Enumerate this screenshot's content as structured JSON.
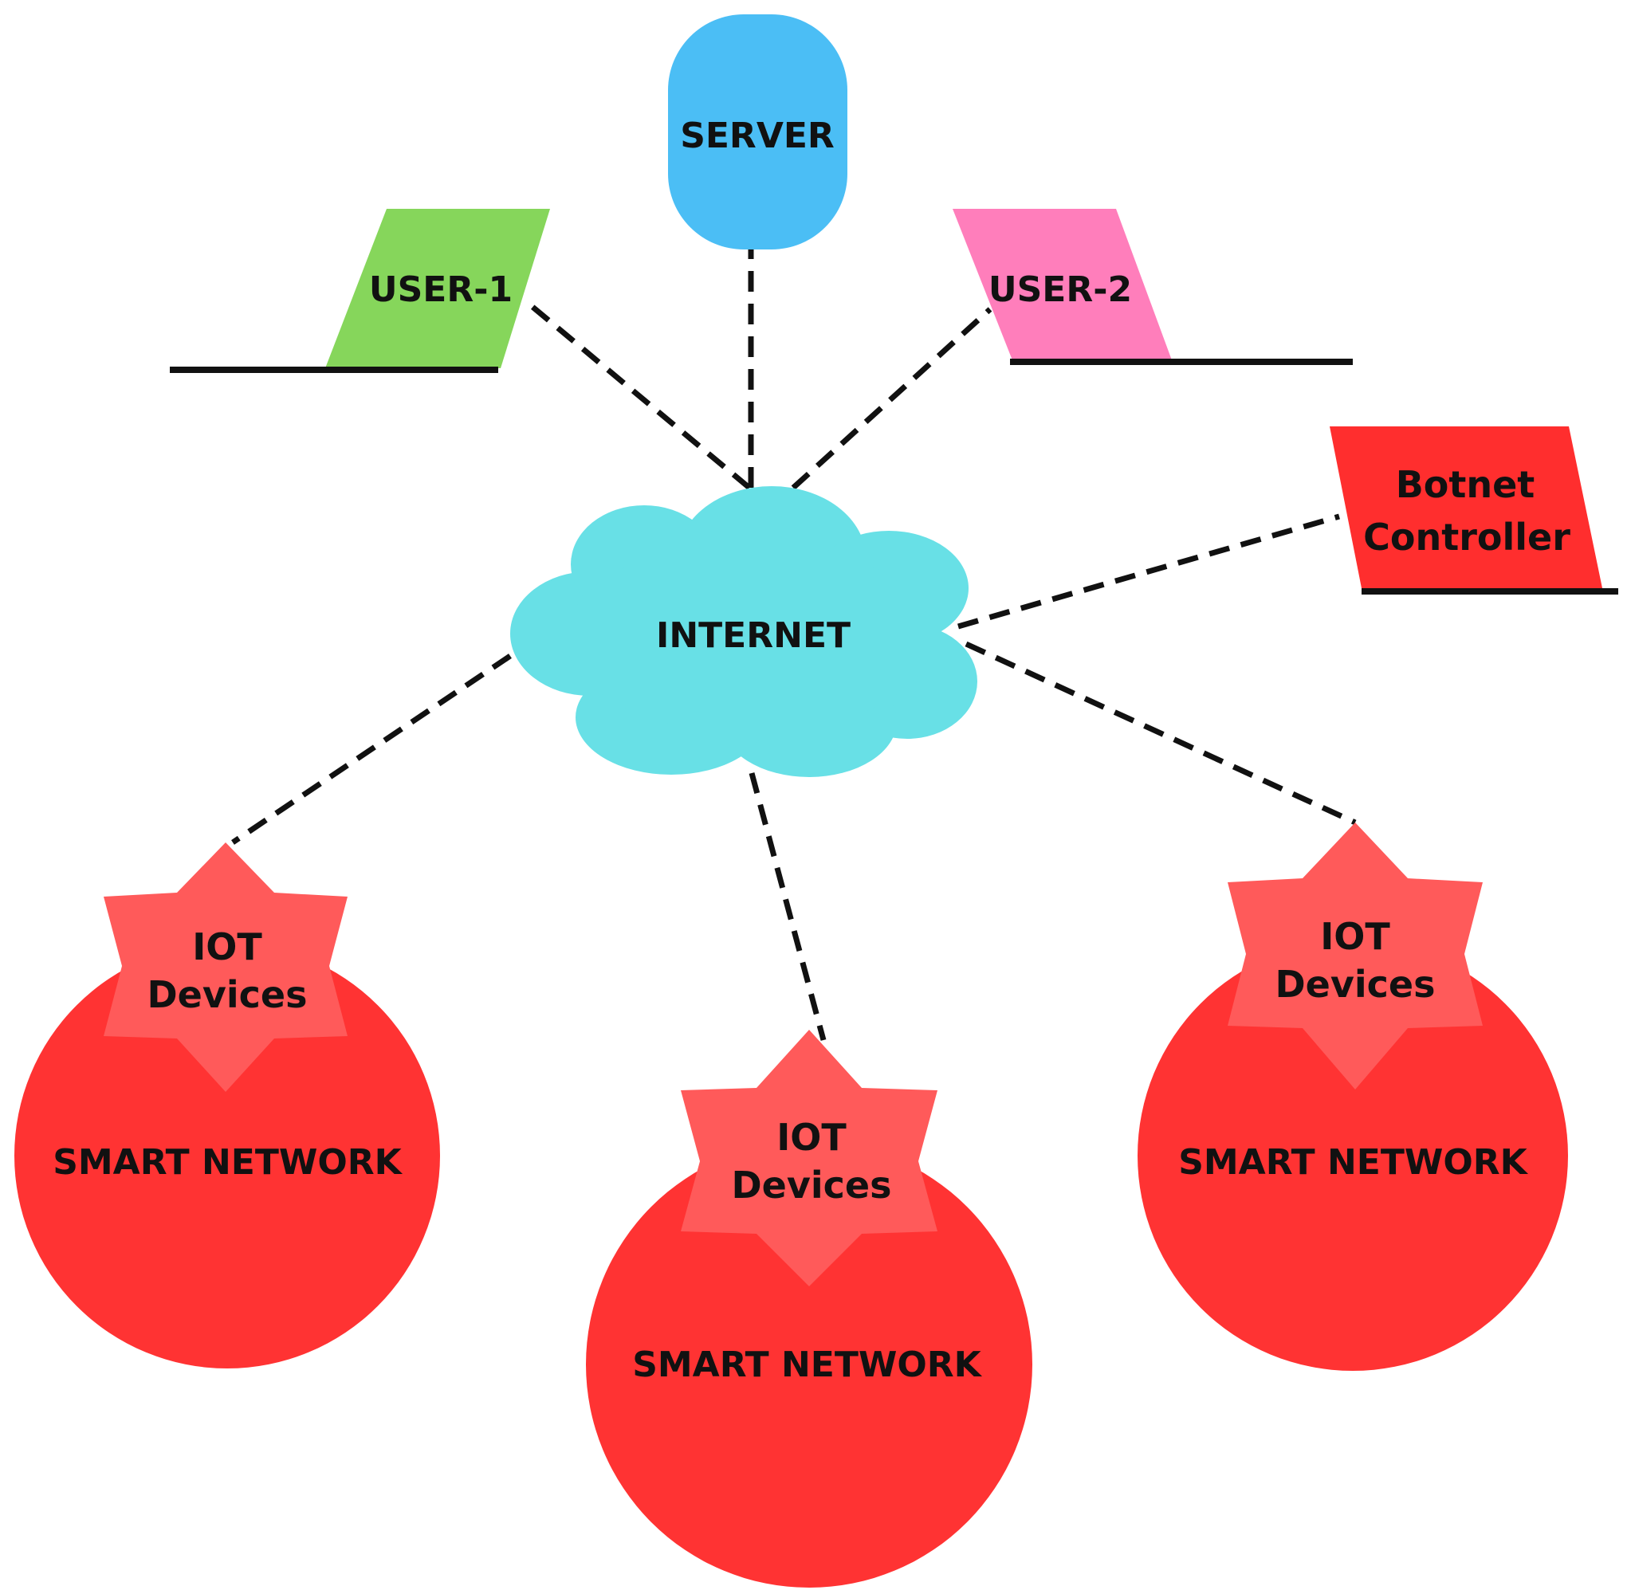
{
  "nodes": {
    "server": {
      "label": "SERVER",
      "color": "#4bbef5"
    },
    "user1": {
      "label": "USER-1",
      "color": "#86d65b"
    },
    "user2": {
      "label": "USER-2",
      "color": "#ff7ebb"
    },
    "botnet": {
      "line1": "Botnet",
      "line2": "Controller",
      "color": "#ff2e2e"
    },
    "internet": {
      "label": "INTERNET",
      "color": "#68e0e6"
    }
  },
  "networks": [
    {
      "iot_line1": "IOT",
      "iot_line2": "Devices",
      "label": "SMART NETWORK"
    },
    {
      "iot_line1": "IOT",
      "iot_line2": "Devices",
      "label": "SMART NETWORK"
    },
    {
      "iot_line1": "IOT",
      "iot_line2": "Devices",
      "label": "SMART NETWORK"
    }
  ],
  "colors": {
    "network_circle": "#ff3333",
    "iot_star": "#ff5a5a",
    "dashed_link": "#111111"
  }
}
